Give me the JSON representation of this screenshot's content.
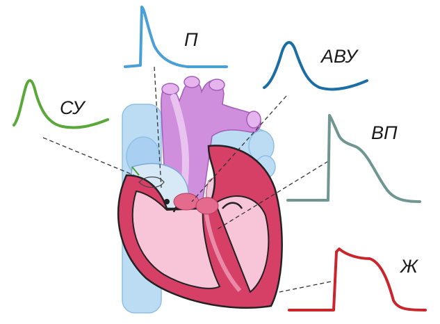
{
  "labels": {
    "sa_node": "СУ",
    "atria": "П",
    "av_node": "АВУ",
    "his_purkinje": "ВП",
    "ventricles": "Ж"
  },
  "colors": {
    "sa_trace": "#5aa83a",
    "atria_trace": "#4a9fd6",
    "av_trace": "#1b6ea4",
    "his_trace": "#6f9690",
    "ventricle_trace": "#c9262c",
    "myocardium": "#d23d62",
    "chamber": "#f6bfd6",
    "vessels": "#c88ad8",
    "veins": "#b8d8f2"
  },
  "icons": {
    "heart": "heart-anatomy-icon"
  }
}
